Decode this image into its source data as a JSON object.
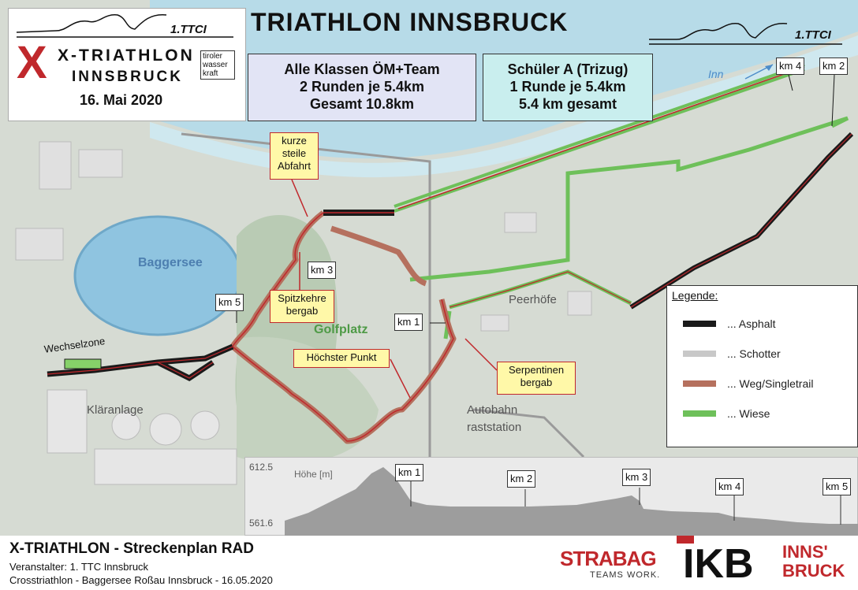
{
  "header": {
    "title": "TRIATHLON INNSBRUCK",
    "club_tag_left": "1.TTCI",
    "club_tag_right": "1.TTCI"
  },
  "event_logo": {
    "line1": "X-TRIATHLON",
    "line2": "INNSBRUCK",
    "date": "16. Mai 2020",
    "sponsor_badge": "tiroler wasser kraft"
  },
  "info_boxes": [
    {
      "lines": [
        "Alle Klassen ÖM+Team",
        "2 Runden je 5.4km",
        "Gesamt 10.8km"
      ],
      "bg": "#e2e4f5"
    },
    {
      "lines": [
        "Schüler A (Trizug)",
        "1 Runde je 5.4km",
        "5.4 km gesamt"
      ],
      "bg": "#c9eeee"
    }
  ],
  "map_labels": {
    "river": "Inn",
    "lake": "Baggersee",
    "golf": "Golfplatz",
    "district": "Peerhöfe",
    "treatment": "Kläranlage",
    "rest_area_1": "Autobahn",
    "rest_area_2": "raststation",
    "transition": "Wechselzone"
  },
  "callouts": {
    "steep": [
      "kurze",
      "steile",
      "Abfahrt"
    ],
    "hairpin": [
      "Spitzkehre",
      "bergab"
    ],
    "highest": [
      "Höchster Punkt"
    ],
    "serpentines": [
      "Serpentinen",
      "bergab"
    ]
  },
  "km_markers": {
    "km1": "km 1",
    "km2": "km 2",
    "km3": "km 3",
    "km4": "km 4",
    "km5": "km 5"
  },
  "legend": {
    "title": "Legende:",
    "items": [
      {
        "label": "... Asphalt",
        "color": "#1a1a1a"
      },
      {
        "label": "... Schotter",
        "color": "#c8c8c8"
      },
      {
        "label": "... Weg/Singletrail",
        "color": "#b5705e"
      },
      {
        "label": "... Wiese",
        "color": "#6ec05a"
      }
    ]
  },
  "elevation_profile": {
    "axis_label": "Höhe [m]",
    "y_max_label": "612.5",
    "y_min_label": "561.6",
    "markers": [
      "km 1",
      "km 2",
      "km 3",
      "km 4",
      "km 5"
    ]
  },
  "footer": {
    "title": "X-TRIATHLON - Streckenplan RAD",
    "organizer": "Veranstalter: 1. TTC Innsbruck",
    "event_line": "Crosstriathlon - Baggersee Roßau Innsbruck - 16.05.2020",
    "sponsor1_name": "STRABAG",
    "sponsor1_tag": "TEAMS WORK.",
    "sponsor2_name": "IKB",
    "sponsor3_line1": "INNS'",
    "sponsor3_line2": "BRUCK"
  },
  "colors": {
    "asphalt": "#1a1a1a",
    "gravel": "#c8c8c8",
    "trail": "#b5705e",
    "meadow": "#6ec05a",
    "red_accent": "#c0282c"
  }
}
